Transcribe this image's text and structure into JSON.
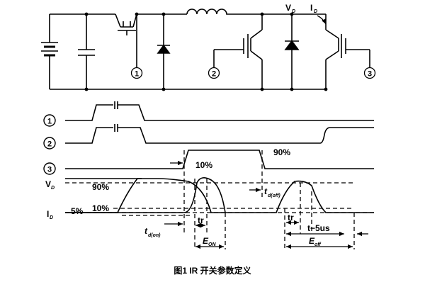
{
  "circuit": {
    "vd_main": "V",
    "vd_sub": "D",
    "id_main": "I",
    "id_sub": "D",
    "node1": "1",
    "node2": "2",
    "node3": "3"
  },
  "timing": {
    "row1": "1",
    "row2": "2",
    "row3": "3",
    "vd_main": "V",
    "vd_sub": "D",
    "id_main": "I",
    "id_sub": "D",
    "pct_90_top": "90%",
    "pct_10_top": "10%",
    "pct_90_left": "90%",
    "pct_10_left": "10%",
    "pct_5": "5%",
    "td_off_main": "t",
    "td_off_sub": "d(off)",
    "td_on_main": "t",
    "td_on_sub": "d(on)",
    "tr_left": "tr",
    "tr_right": "tr",
    "t5us": "t−5us",
    "eon_main": "E",
    "eon_sub": "ON",
    "eoff_main": "E",
    "eoff_sub": "off"
  },
  "caption": "图1  IR 开关参数定义"
}
